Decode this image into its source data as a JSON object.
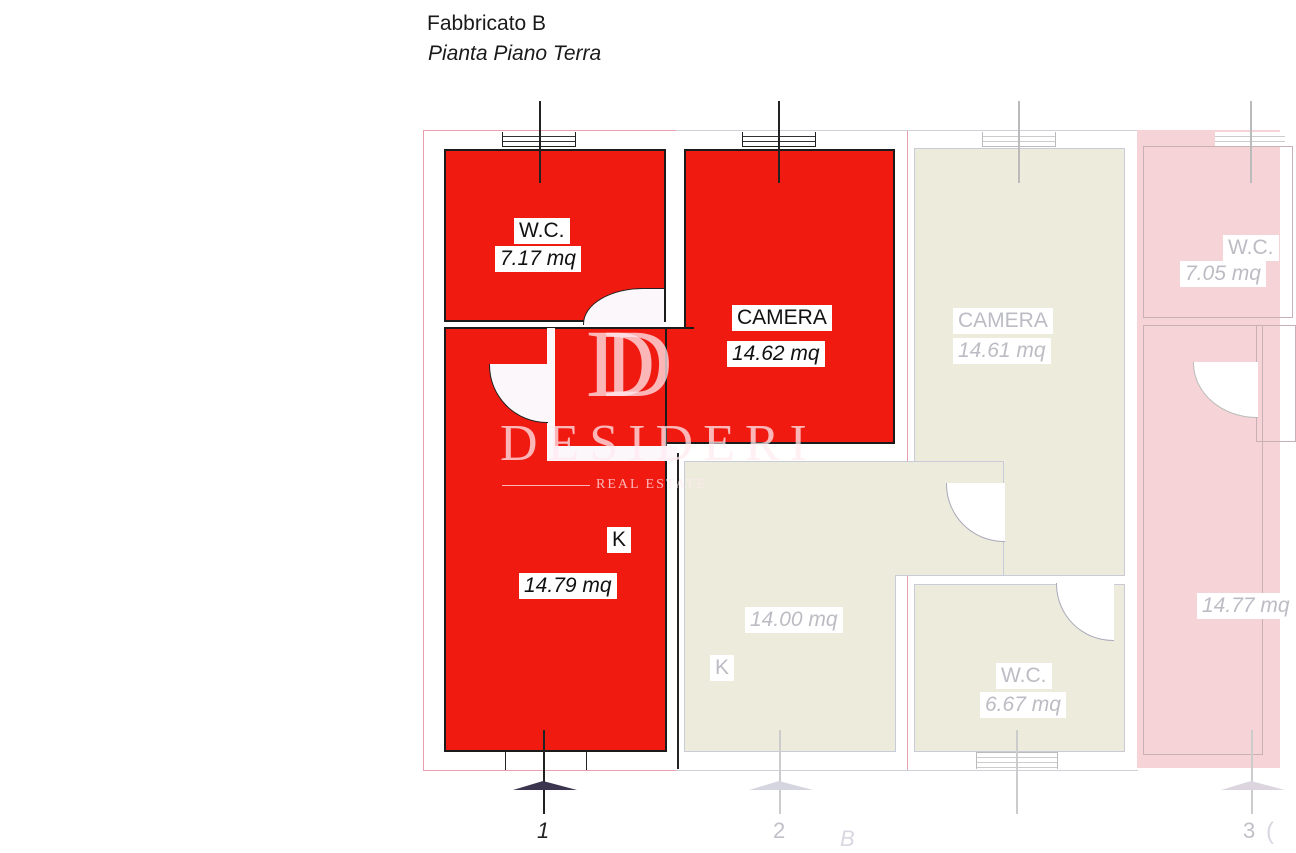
{
  "header": {
    "title": "Fabbricato B",
    "subtitle": "Pianta Piano Terra"
  },
  "units": [
    {
      "id": "unit-1",
      "highlight": true,
      "color": "#f01a10",
      "rooms": [
        {
          "name": "W.C.",
          "area": "7.17 mq"
        },
        {
          "name": "CAMERA",
          "area": "14.62 mq"
        },
        {
          "name": "K",
          "area": "14.79 mq"
        }
      ]
    },
    {
      "id": "unit-2",
      "highlight": false,
      "color": "#ecebdc",
      "rooms": [
        {
          "name": "CAMERA",
          "area": "14.61 mq"
        },
        {
          "name": "K",
          "area": "14.00 mq"
        },
        {
          "name": "W.C.",
          "area": "6.67 mq"
        }
      ]
    },
    {
      "id": "unit-3",
      "highlight": false,
      "color": "#f6d3d6",
      "rooms": [
        {
          "name": "W.C.",
          "area": "7.05 mq"
        },
        {
          "name": "",
          "area": "14.77 mq"
        }
      ]
    }
  ],
  "section_markers": [
    "1",
    "2",
    "3"
  ],
  "handwritten": {
    "note_b": "B",
    "note_c": "("
  },
  "watermark": {
    "monogram": "DD",
    "brand": "DESIDERI",
    "tagline": "REAL ESTATE"
  }
}
